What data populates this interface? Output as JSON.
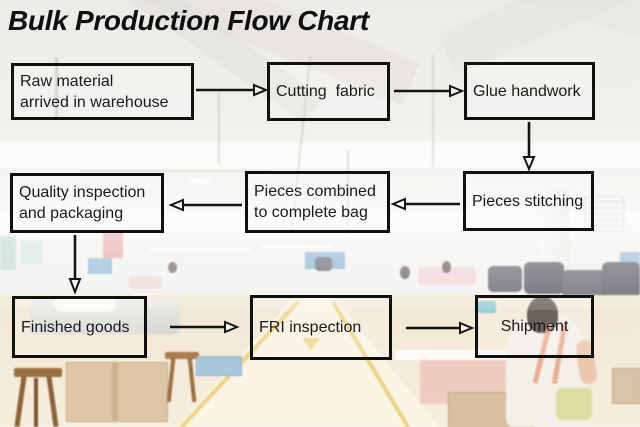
{
  "title": "Bulk Production Flow Chart",
  "flow": {
    "nodes": [
      {
        "id": "raw-material",
        "label": "Raw material\narrived in warehouse"
      },
      {
        "id": "cutting-fabric",
        "label": "Cutting  fabric"
      },
      {
        "id": "glue-handwork",
        "label": "Glue handwork"
      },
      {
        "id": "pieces-stitching",
        "label": "Pieces stitching"
      },
      {
        "id": "pieces-combined",
        "label": "Pieces combined\nto complete bag"
      },
      {
        "id": "quality-inspection",
        "label": "Quality inspection\nand packaging"
      },
      {
        "id": "finished-goods",
        "label": "Finished goods"
      },
      {
        "id": "fri-inspection",
        "label": "FRI inspection"
      },
      {
        "id": "shipment",
        "label": "Shipment"
      }
    ],
    "edges": [
      {
        "from": "raw-material",
        "to": "cutting-fabric",
        "direction": "right"
      },
      {
        "from": "cutting-fabric",
        "to": "glue-handwork",
        "direction": "right"
      },
      {
        "from": "glue-handwork",
        "to": "pieces-stitching",
        "direction": "down"
      },
      {
        "from": "pieces-stitching",
        "to": "pieces-combined",
        "direction": "left"
      },
      {
        "from": "pieces-combined",
        "to": "quality-inspection",
        "direction": "left"
      },
      {
        "from": "quality-inspection",
        "to": "finished-goods",
        "direction": "down"
      },
      {
        "from": "finished-goods",
        "to": "fri-inspection",
        "direction": "right"
      },
      {
        "from": "fri-inspection",
        "to": "shipment",
        "direction": "right"
      }
    ]
  },
  "background": {
    "description": "washed-out photo of a bag factory sewing workshop with center yellow-lined aisle",
    "colors": {
      "box_border": "#101010",
      "box_text": "#191919",
      "title_text": "#0f0f0f",
      "ceiling": "#efede9",
      "floor": "#f3ead9",
      "aisle_line_yellow": "#e9cb66",
      "bin_blue": "#8db7d6",
      "banner_red": "#e2a3a0",
      "cardboard_tan": "#dcc6a6"
    }
  }
}
